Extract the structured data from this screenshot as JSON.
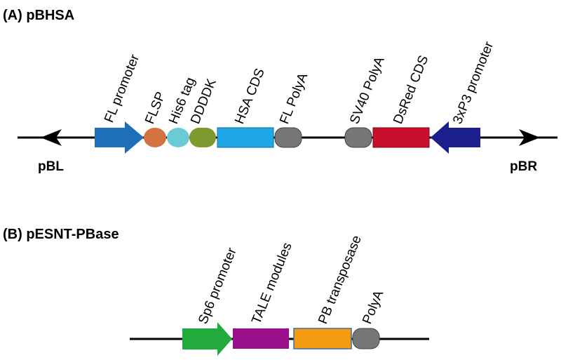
{
  "panel_a": {
    "title": "(A)  pBHSA",
    "left_end": "pBL",
    "right_end": "pBR",
    "elements": [
      {
        "label": "FL promoter",
        "shape": "arrow-right",
        "color": "#1E6FB8"
      },
      {
        "label": "FLSP",
        "shape": "oval",
        "color": "#D2733F"
      },
      {
        "label": "His6 tag",
        "shape": "oval",
        "color": "#6BCBD4"
      },
      {
        "label": "DDDDK",
        "shape": "oval",
        "color": "#7E9A2E"
      },
      {
        "label": "HSA CDS",
        "shape": "rect",
        "color": "#1FA7E6"
      },
      {
        "label": "FL PolyA",
        "shape": "rounded",
        "color": "#767676"
      },
      {
        "label": "SV40 PolyA",
        "shape": "rounded",
        "color": "#767676"
      },
      {
        "label": "DsRed CDS",
        "shape": "rect",
        "color": "#C8102E"
      },
      {
        "label": "3xP3 promoter",
        "shape": "arrow-left",
        "color": "#1B1F8C"
      }
    ]
  },
  "panel_b": {
    "title": "(B)  pESNT-PBase",
    "elements": [
      {
        "label": "Sp6 promoter",
        "shape": "arrow-right",
        "color": "#22AA3C"
      },
      {
        "label": "TALE modules",
        "shape": "rect",
        "color": "#990F8E"
      },
      {
        "label": "PB transposase",
        "shape": "rect",
        "color": "#F39C12"
      },
      {
        "label": "PolyA",
        "shape": "rounded",
        "color": "#767676"
      }
    ]
  }
}
